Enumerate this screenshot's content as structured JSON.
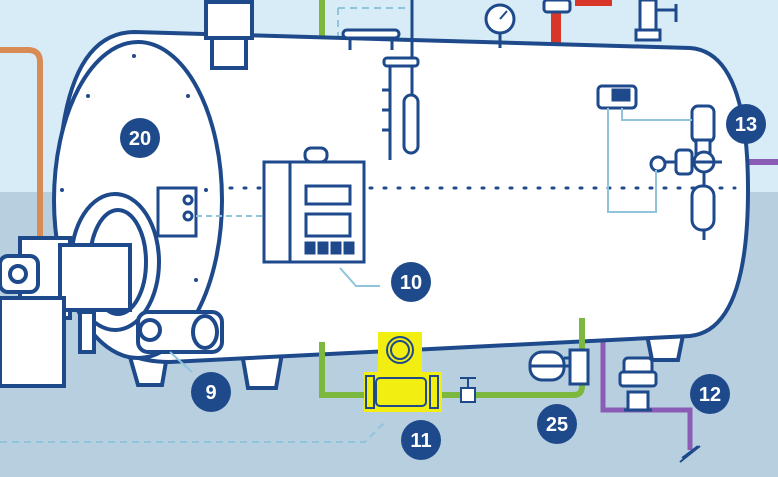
{
  "colors": {
    "sky": "#d8ecf7",
    "floor": "#b8cfe0",
    "outline": "#1e4a8c",
    "pipe_orange": "#d98b56",
    "pipe_green": "#7cb83e",
    "pipe_red": "#d9362a",
    "pipe_purple": "#8a5cb5",
    "pipe_lightblue": "#8fc4dc",
    "highlight": "#f2ee12",
    "callout_fill": "#1e4a8c",
    "callout_text": "#ffffff"
  },
  "callouts": {
    "c20": "20",
    "c13": "13",
    "c10": "10",
    "c9": "9",
    "c12": "12",
    "c11": "11",
    "c25": "25"
  },
  "icons": [
    "pressure-gauge-icon",
    "valve-icon",
    "flow-meter-icon",
    "control-panel-icon",
    "burner-icon",
    "sight-glass-icon",
    "water-level-controller-icon"
  ]
}
